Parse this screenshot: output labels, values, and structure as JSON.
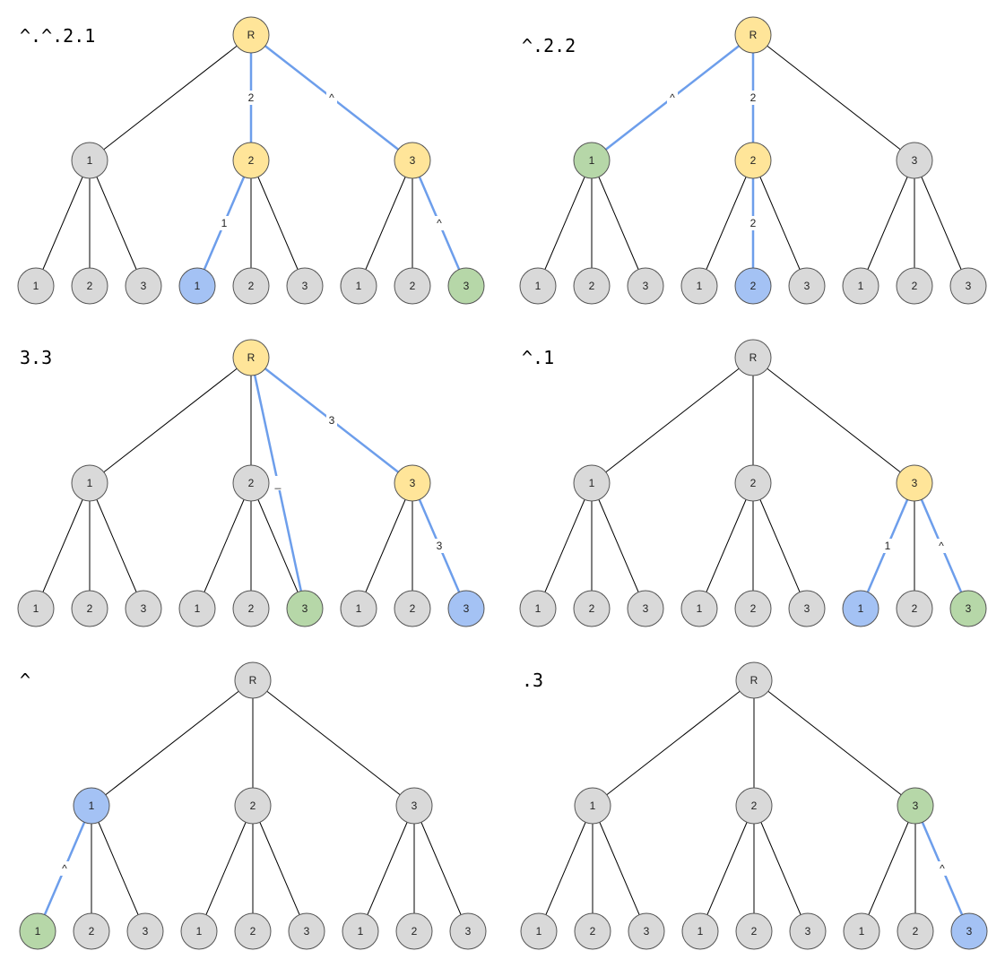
{
  "colors": {
    "gray": "#d9d9d9",
    "yellow": "#ffe599",
    "blue": "#a4c2f4",
    "green": "#b6d7a8",
    "blue_edge": "#6d9eeb",
    "black_edge": "#000000",
    "node_stroke": "#555555"
  },
  "tree": {
    "root_label": "R",
    "child_labels": [
      "1",
      "2",
      "3"
    ],
    "leaf_labels": [
      "1",
      "2",
      "3"
    ]
  },
  "panels": [
    {
      "title": "^.^.2.1",
      "node_colors": {
        "R": "yellow",
        "2": "yellow",
        "3": "yellow",
        "2.1": "blue",
        "3.3": "green"
      },
      "blue_edges": [
        {
          "from": "R",
          "to": "2",
          "label": "2"
        },
        {
          "from": "R",
          "to": "3",
          "label": "^"
        },
        {
          "from": "2",
          "to": "2.1",
          "label": "1"
        },
        {
          "from": "3",
          "to": "3.3",
          "label": "^"
        }
      ]
    },
    {
      "title": "^.2.2",
      "node_colors": {
        "R": "yellow",
        "1": "green",
        "2": "yellow",
        "2.2": "blue"
      },
      "blue_edges": [
        {
          "from": "R",
          "to": "1",
          "label": "^"
        },
        {
          "from": "R",
          "to": "2",
          "label": "2"
        },
        {
          "from": "2",
          "to": "2.2",
          "label": "2"
        }
      ]
    },
    {
      "title": "3.3",
      "node_colors": {
        "R": "yellow",
        "3": "yellow",
        "2.3": "green",
        "3.3": "blue"
      },
      "blue_edges": [
        {
          "from": "R",
          "to": "2.3",
          "label": "_"
        },
        {
          "from": "R",
          "to": "3",
          "label": "3"
        },
        {
          "from": "3",
          "to": "3.3",
          "label": "3"
        }
      ]
    },
    {
      "title": "^.1",
      "node_colors": {
        "3": "yellow",
        "3.1": "blue",
        "3.3": "green"
      },
      "blue_edges": [
        {
          "from": "3",
          "to": "3.1",
          "label": "1"
        },
        {
          "from": "3",
          "to": "3.3",
          "label": "^"
        }
      ]
    },
    {
      "title": "^",
      "node_colors": {
        "1": "blue",
        "1.1": "green"
      },
      "blue_edges": [
        {
          "from": "1",
          "to": "1.1",
          "label": "^"
        }
      ]
    },
    {
      "title": ".3",
      "node_colors": {
        "3": "green",
        "3.3": "blue"
      },
      "blue_edges": [
        {
          "from": "3",
          "to": "3.3",
          "label": "^"
        }
      ]
    }
  ]
}
